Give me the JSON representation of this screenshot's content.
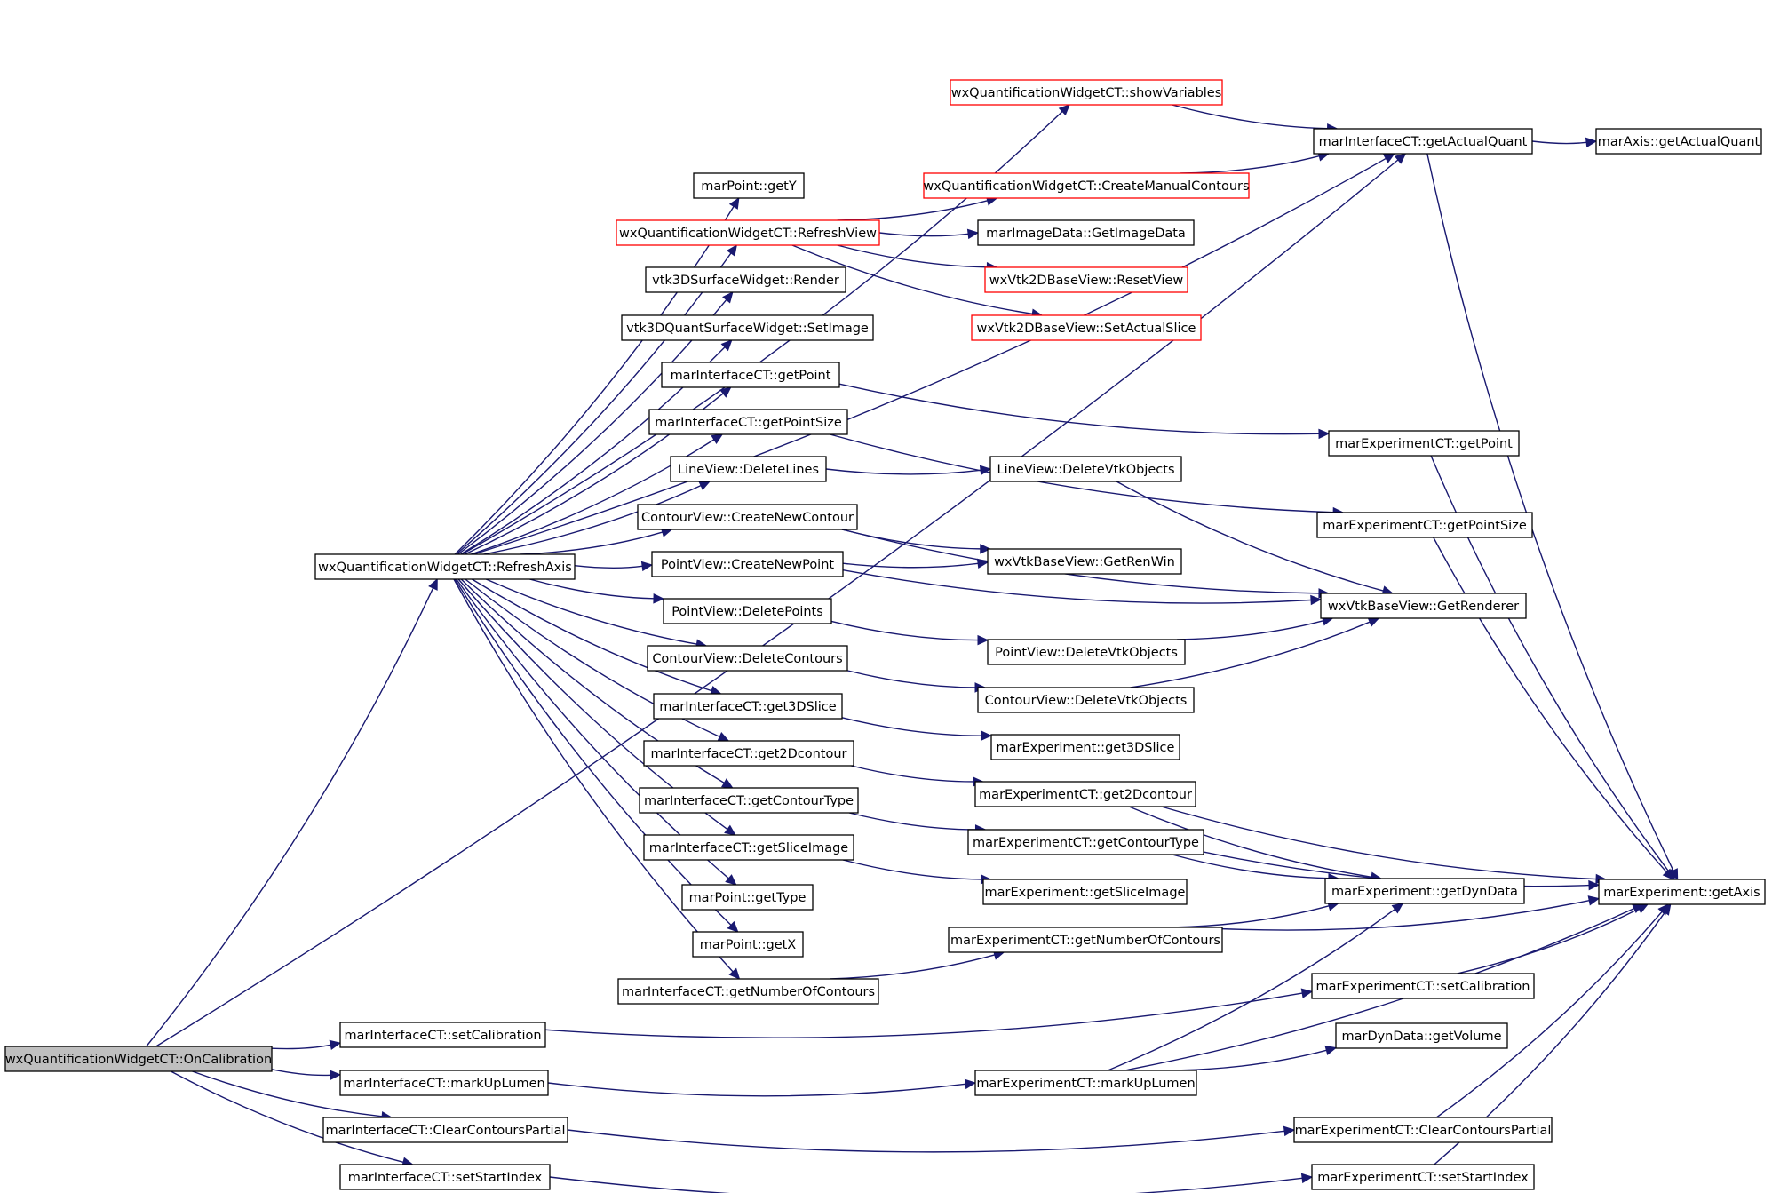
{
  "nodes": [
    {
      "id": "OnCalibration",
      "label": "wxQuantificationWidgetCT::OnCalibration",
      "style": "root"
    },
    {
      "id": "RefreshAxis",
      "label": "wxQuantificationWidgetCT::RefreshAxis",
      "style": "normal"
    },
    {
      "id": "showVariables",
      "label": "wxQuantificationWidgetCT::showVariables",
      "style": "red"
    },
    {
      "id": "getActualQuant",
      "label": "marInterfaceCT::getActualQuant",
      "style": "normal"
    },
    {
      "id": "axisGetActualQuant",
      "label": "marAxis::getActualQuant",
      "style": "normal"
    },
    {
      "id": "getY",
      "label": "marPoint::getY",
      "style": "normal"
    },
    {
      "id": "CreateManualContours",
      "label": "wxQuantificationWidgetCT::CreateManualContours",
      "style": "red"
    },
    {
      "id": "RefreshView",
      "label": "wxQuantificationWidgetCT::RefreshView",
      "style": "red"
    },
    {
      "id": "GetImageData",
      "label": "marImageData::GetImageData",
      "style": "normal"
    },
    {
      "id": "Render",
      "label": "vtk3DSurfaceWidget::Render",
      "style": "normal"
    },
    {
      "id": "ResetView",
      "label": "wxVtk2DBaseView::ResetView",
      "style": "red"
    },
    {
      "id": "SetImage",
      "label": "vtk3DQuantSurfaceWidget::SetImage",
      "style": "normal"
    },
    {
      "id": "SetActualSlice",
      "label": "wxVtk2DBaseView::SetActualSlice",
      "style": "red"
    },
    {
      "id": "getPoint",
      "label": "marInterfaceCT::getPoint",
      "style": "normal"
    },
    {
      "id": "expGetPoint",
      "label": "marExperimentCT::getPoint",
      "style": "normal"
    },
    {
      "id": "getPointSize",
      "label": "marInterfaceCT::getPointSize",
      "style": "normal"
    },
    {
      "id": "DeleteLines",
      "label": "LineView::DeleteLines",
      "style": "normal"
    },
    {
      "id": "LineDeleteVtk",
      "label": "LineView::DeleteVtkObjects",
      "style": "normal"
    },
    {
      "id": "CreateNewContour",
      "label": "ContourView::CreateNewContour",
      "style": "normal"
    },
    {
      "id": "expGetPointSize",
      "label": "marExperimentCT::getPointSize",
      "style": "normal"
    },
    {
      "id": "CreateNewPoint",
      "label": "PointView::CreateNewPoint",
      "style": "normal"
    },
    {
      "id": "GetRenWin",
      "label": "wxVtkBaseView::GetRenWin",
      "style": "normal"
    },
    {
      "id": "DeletePoints",
      "label": "PointView::DeletePoints",
      "style": "normal"
    },
    {
      "id": "GetRenderer",
      "label": "wxVtkBaseView::GetRenderer",
      "style": "normal"
    },
    {
      "id": "DeleteContours",
      "label": "ContourView::DeleteContours",
      "style": "normal"
    },
    {
      "id": "PointDeleteVtk",
      "label": "PointView::DeleteVtkObjects",
      "style": "normal"
    },
    {
      "id": "ContourDeleteVtk",
      "label": "ContourView::DeleteVtkObjects",
      "style": "normal"
    },
    {
      "id": "get3DSlice",
      "label": "marInterfaceCT::get3DSlice",
      "style": "normal"
    },
    {
      "id": "expGet3DSlice",
      "label": "marExperiment::get3DSlice",
      "style": "normal"
    },
    {
      "id": "get2Dcontour",
      "label": "marInterfaceCT::get2Dcontour",
      "style": "normal"
    },
    {
      "id": "expGet2Dcontour",
      "label": "marExperimentCT::get2Dcontour",
      "style": "normal"
    },
    {
      "id": "getContourType",
      "label": "marInterfaceCT::getContourType",
      "style": "normal"
    },
    {
      "id": "expGetContourType",
      "label": "marExperimentCT::getContourType",
      "style": "normal"
    },
    {
      "id": "getSliceImage",
      "label": "marInterfaceCT::getSliceImage",
      "style": "normal"
    },
    {
      "id": "expGetSliceImage",
      "label": "marExperiment::getSliceImage",
      "style": "normal"
    },
    {
      "id": "getDynData",
      "label": "marExperiment::getDynData",
      "style": "normal"
    },
    {
      "id": "getAxis",
      "label": "marExperiment::getAxis",
      "style": "normal"
    },
    {
      "id": "getType",
      "label": "marPoint::getType",
      "style": "normal"
    },
    {
      "id": "getX",
      "label": "marPoint::getX",
      "style": "normal"
    },
    {
      "id": "expGetNumberOfContours",
      "label": "marExperimentCT::getNumberOfContours",
      "style": "normal"
    },
    {
      "id": "getNumberOfContours",
      "label": "marInterfaceCT::getNumberOfContours",
      "style": "normal"
    },
    {
      "id": "expSetCalibration",
      "label": "marExperimentCT::setCalibration",
      "style": "normal"
    },
    {
      "id": "setCalibration",
      "label": "marInterfaceCT::setCalibration",
      "style": "normal"
    },
    {
      "id": "getVolume",
      "label": "marDynData::getVolume",
      "style": "normal"
    },
    {
      "id": "markUpLumen",
      "label": "marInterfaceCT::markUpLumen",
      "style": "normal"
    },
    {
      "id": "expMarkUpLumen",
      "label": "marExperimentCT::markUpLumen",
      "style": "normal"
    },
    {
      "id": "ClearContoursPartial",
      "label": "marInterfaceCT::ClearContoursPartial",
      "style": "normal"
    },
    {
      "id": "expClearContoursPartial",
      "label": "marExperimentCT::ClearContoursPartial",
      "style": "normal"
    },
    {
      "id": "setStartIndex",
      "label": "marInterfaceCT::setStartIndex",
      "style": "normal"
    },
    {
      "id": "expSetStartIndex",
      "label": "marExperimentCT::setStartIndex",
      "style": "normal"
    }
  ],
  "edges": [
    [
      "OnCalibration",
      "RefreshAxis"
    ],
    [
      "OnCalibration",
      "getActualQuant"
    ],
    [
      "OnCalibration",
      "setCalibration"
    ],
    [
      "OnCalibration",
      "markUpLumen"
    ],
    [
      "OnCalibration",
      "ClearContoursPartial"
    ],
    [
      "OnCalibration",
      "setStartIndex"
    ],
    [
      "RefreshAxis",
      "showVariables"
    ],
    [
      "RefreshAxis",
      "getActualQuant"
    ],
    [
      "RefreshAxis",
      "getY"
    ],
    [
      "RefreshAxis",
      "RefreshView"
    ],
    [
      "RefreshAxis",
      "Render"
    ],
    [
      "RefreshAxis",
      "SetImage"
    ],
    [
      "RefreshAxis",
      "getPoint"
    ],
    [
      "RefreshAxis",
      "getPointSize"
    ],
    [
      "RefreshAxis",
      "DeleteLines"
    ],
    [
      "RefreshAxis",
      "CreateNewContour"
    ],
    [
      "RefreshAxis",
      "CreateNewPoint"
    ],
    [
      "RefreshAxis",
      "DeletePoints"
    ],
    [
      "RefreshAxis",
      "DeleteContours"
    ],
    [
      "RefreshAxis",
      "get3DSlice"
    ],
    [
      "RefreshAxis",
      "get2Dcontour"
    ],
    [
      "RefreshAxis",
      "getContourType"
    ],
    [
      "RefreshAxis",
      "getSliceImage"
    ],
    [
      "RefreshAxis",
      "getType"
    ],
    [
      "RefreshAxis",
      "getX"
    ],
    [
      "RefreshAxis",
      "getNumberOfContours"
    ],
    [
      "showVariables",
      "getActualQuant"
    ],
    [
      "getActualQuant",
      "axisGetActualQuant"
    ],
    [
      "getActualQuant",
      "getAxis"
    ],
    [
      "CreateManualContours",
      "getActualQuant"
    ],
    [
      "RefreshView",
      "CreateManualContours"
    ],
    [
      "RefreshView",
      "GetImageData"
    ],
    [
      "RefreshView",
      "ResetView"
    ],
    [
      "RefreshView",
      "SetActualSlice"
    ],
    [
      "getPoint",
      "expGetPoint"
    ],
    [
      "expGetPoint",
      "getAxis"
    ],
    [
      "getPointSize",
      "expGetPointSize"
    ],
    [
      "expGetPointSize",
      "getAxis"
    ],
    [
      "DeleteLines",
      "LineDeleteVtk"
    ],
    [
      "LineDeleteVtk",
      "GetRenderer"
    ],
    [
      "CreateNewContour",
      "GetRenWin"
    ],
    [
      "CreateNewContour",
      "GetRenderer"
    ],
    [
      "CreateNewPoint",
      "GetRenWin"
    ],
    [
      "CreateNewPoint",
      "GetRenderer"
    ],
    [
      "DeletePoints",
      "PointDeleteVtk"
    ],
    [
      "PointDeleteVtk",
      "GetRenderer"
    ],
    [
      "DeleteContours",
      "ContourDeleteVtk"
    ],
    [
      "ContourDeleteVtk",
      "GetRenderer"
    ],
    [
      "get3DSlice",
      "expGet3DSlice"
    ],
    [
      "get2Dcontour",
      "expGet2Dcontour"
    ],
    [
      "expGet2Dcontour",
      "getDynData"
    ],
    [
      "expGet2Dcontour",
      "getAxis"
    ],
    [
      "getContourType",
      "expGetContourType"
    ],
    [
      "expGetContourType",
      "getDynData"
    ],
    [
      "expGetContourType",
      "getAxis"
    ],
    [
      "getSliceImage",
      "expGetSliceImage"
    ],
    [
      "getNumberOfContours",
      "expGetNumberOfContours"
    ],
    [
      "expGetNumberOfContours",
      "getDynData"
    ],
    [
      "expGetNumberOfContours",
      "getAxis"
    ],
    [
      "setCalibration",
      "expSetCalibration"
    ],
    [
      "expSetCalibration",
      "getAxis"
    ],
    [
      "markUpLumen",
      "expMarkUpLumen"
    ],
    [
      "expMarkUpLumen",
      "getDynData"
    ],
    [
      "expMarkUpLumen",
      "getVolume"
    ],
    [
      "expMarkUpLumen",
      "getAxis"
    ],
    [
      "ClearContoursPartial",
      "expClearContoursPartial"
    ],
    [
      "expClearContoursPartial",
      "getAxis"
    ],
    [
      "setStartIndex",
      "expSetStartIndex"
    ],
    [
      "expSetStartIndex",
      "getAxis"
    ]
  ],
  "colors": {
    "edge": "#191970",
    "node_border": "#000000",
    "highlight_border": "#ff0000",
    "root_fill": "#bfbfbf",
    "background": "#ffffff"
  }
}
